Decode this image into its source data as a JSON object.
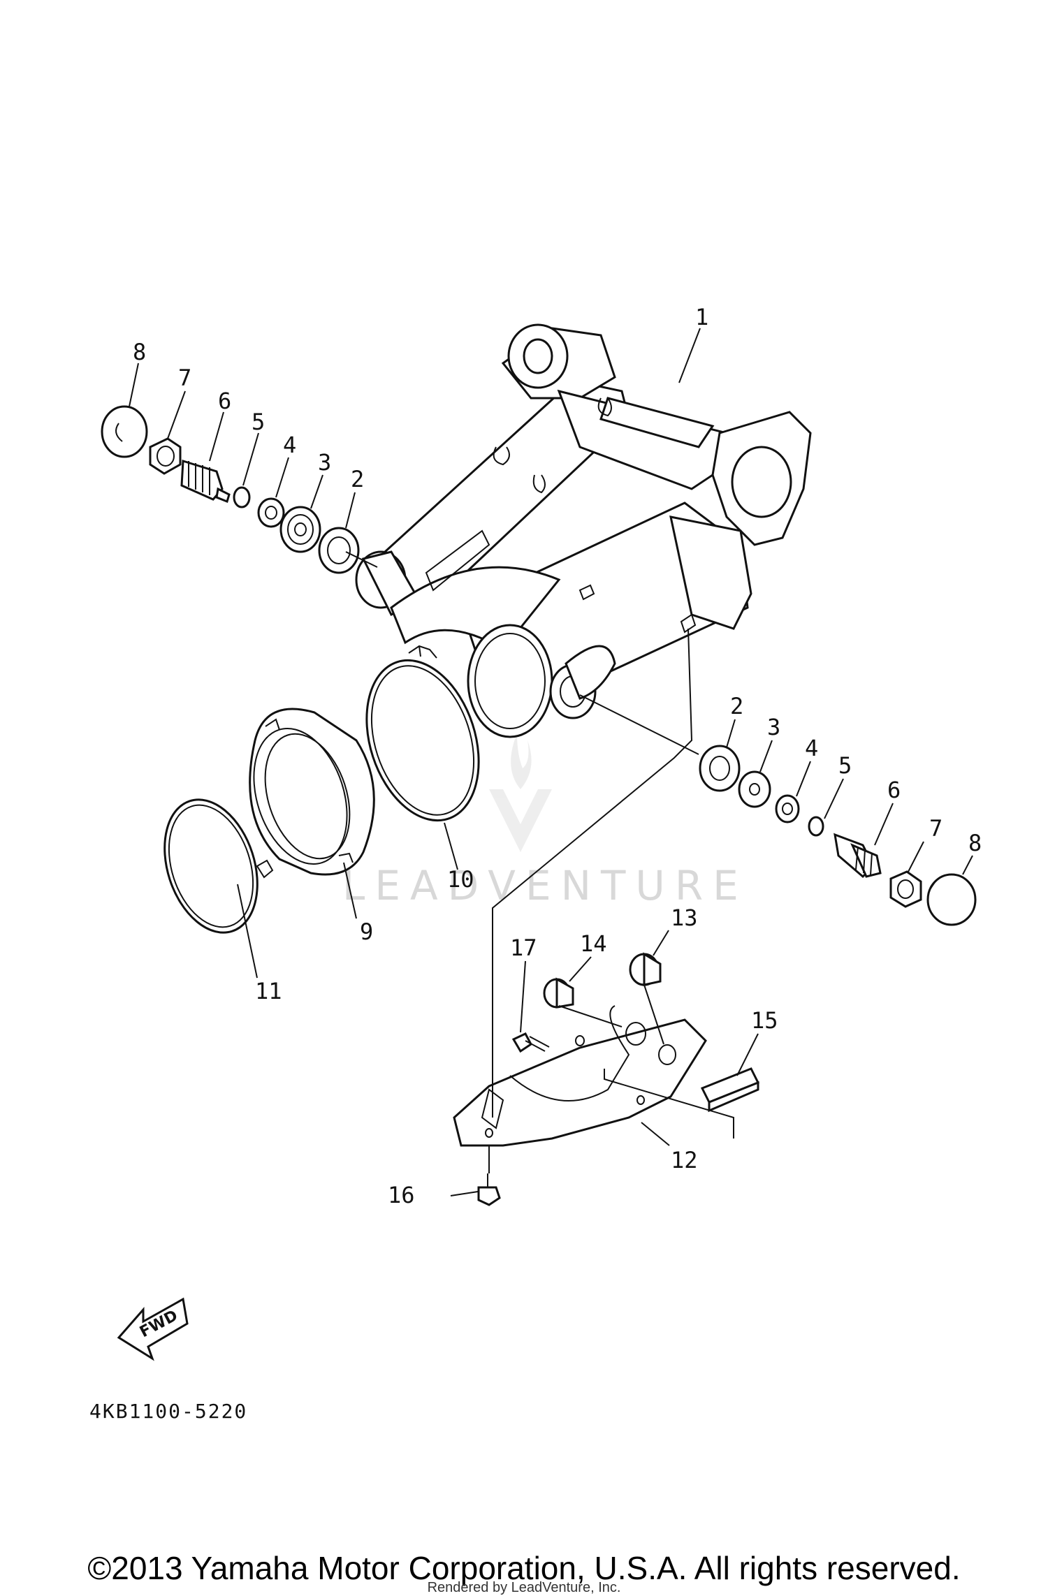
{
  "callouts": {
    "c1": "1",
    "c2a": "2",
    "c3a": "3",
    "c4a": "4",
    "c5a": "5",
    "c6a": "6",
    "c7a": "7",
    "c8a": "8",
    "c2b": "2",
    "c3b": "3",
    "c4b": "4",
    "c5b": "5",
    "c6b": "6",
    "c7b": "7",
    "c8b": "8",
    "c9": "9",
    "c10": "10",
    "c11": "11",
    "c12": "12",
    "c13": "13",
    "c14": "14",
    "c15": "15",
    "c16": "16",
    "c17": "17"
  },
  "fwd_label": "FWD",
  "part_code": "4KB1100-5220",
  "watermark": "LEADVENTURE",
  "footer": {
    "copyright": "©2013 Yamaha Motor Corporation, U.S.A. All rights reserved.",
    "rendered_by": "Rendered by LeadVenture, Inc."
  }
}
